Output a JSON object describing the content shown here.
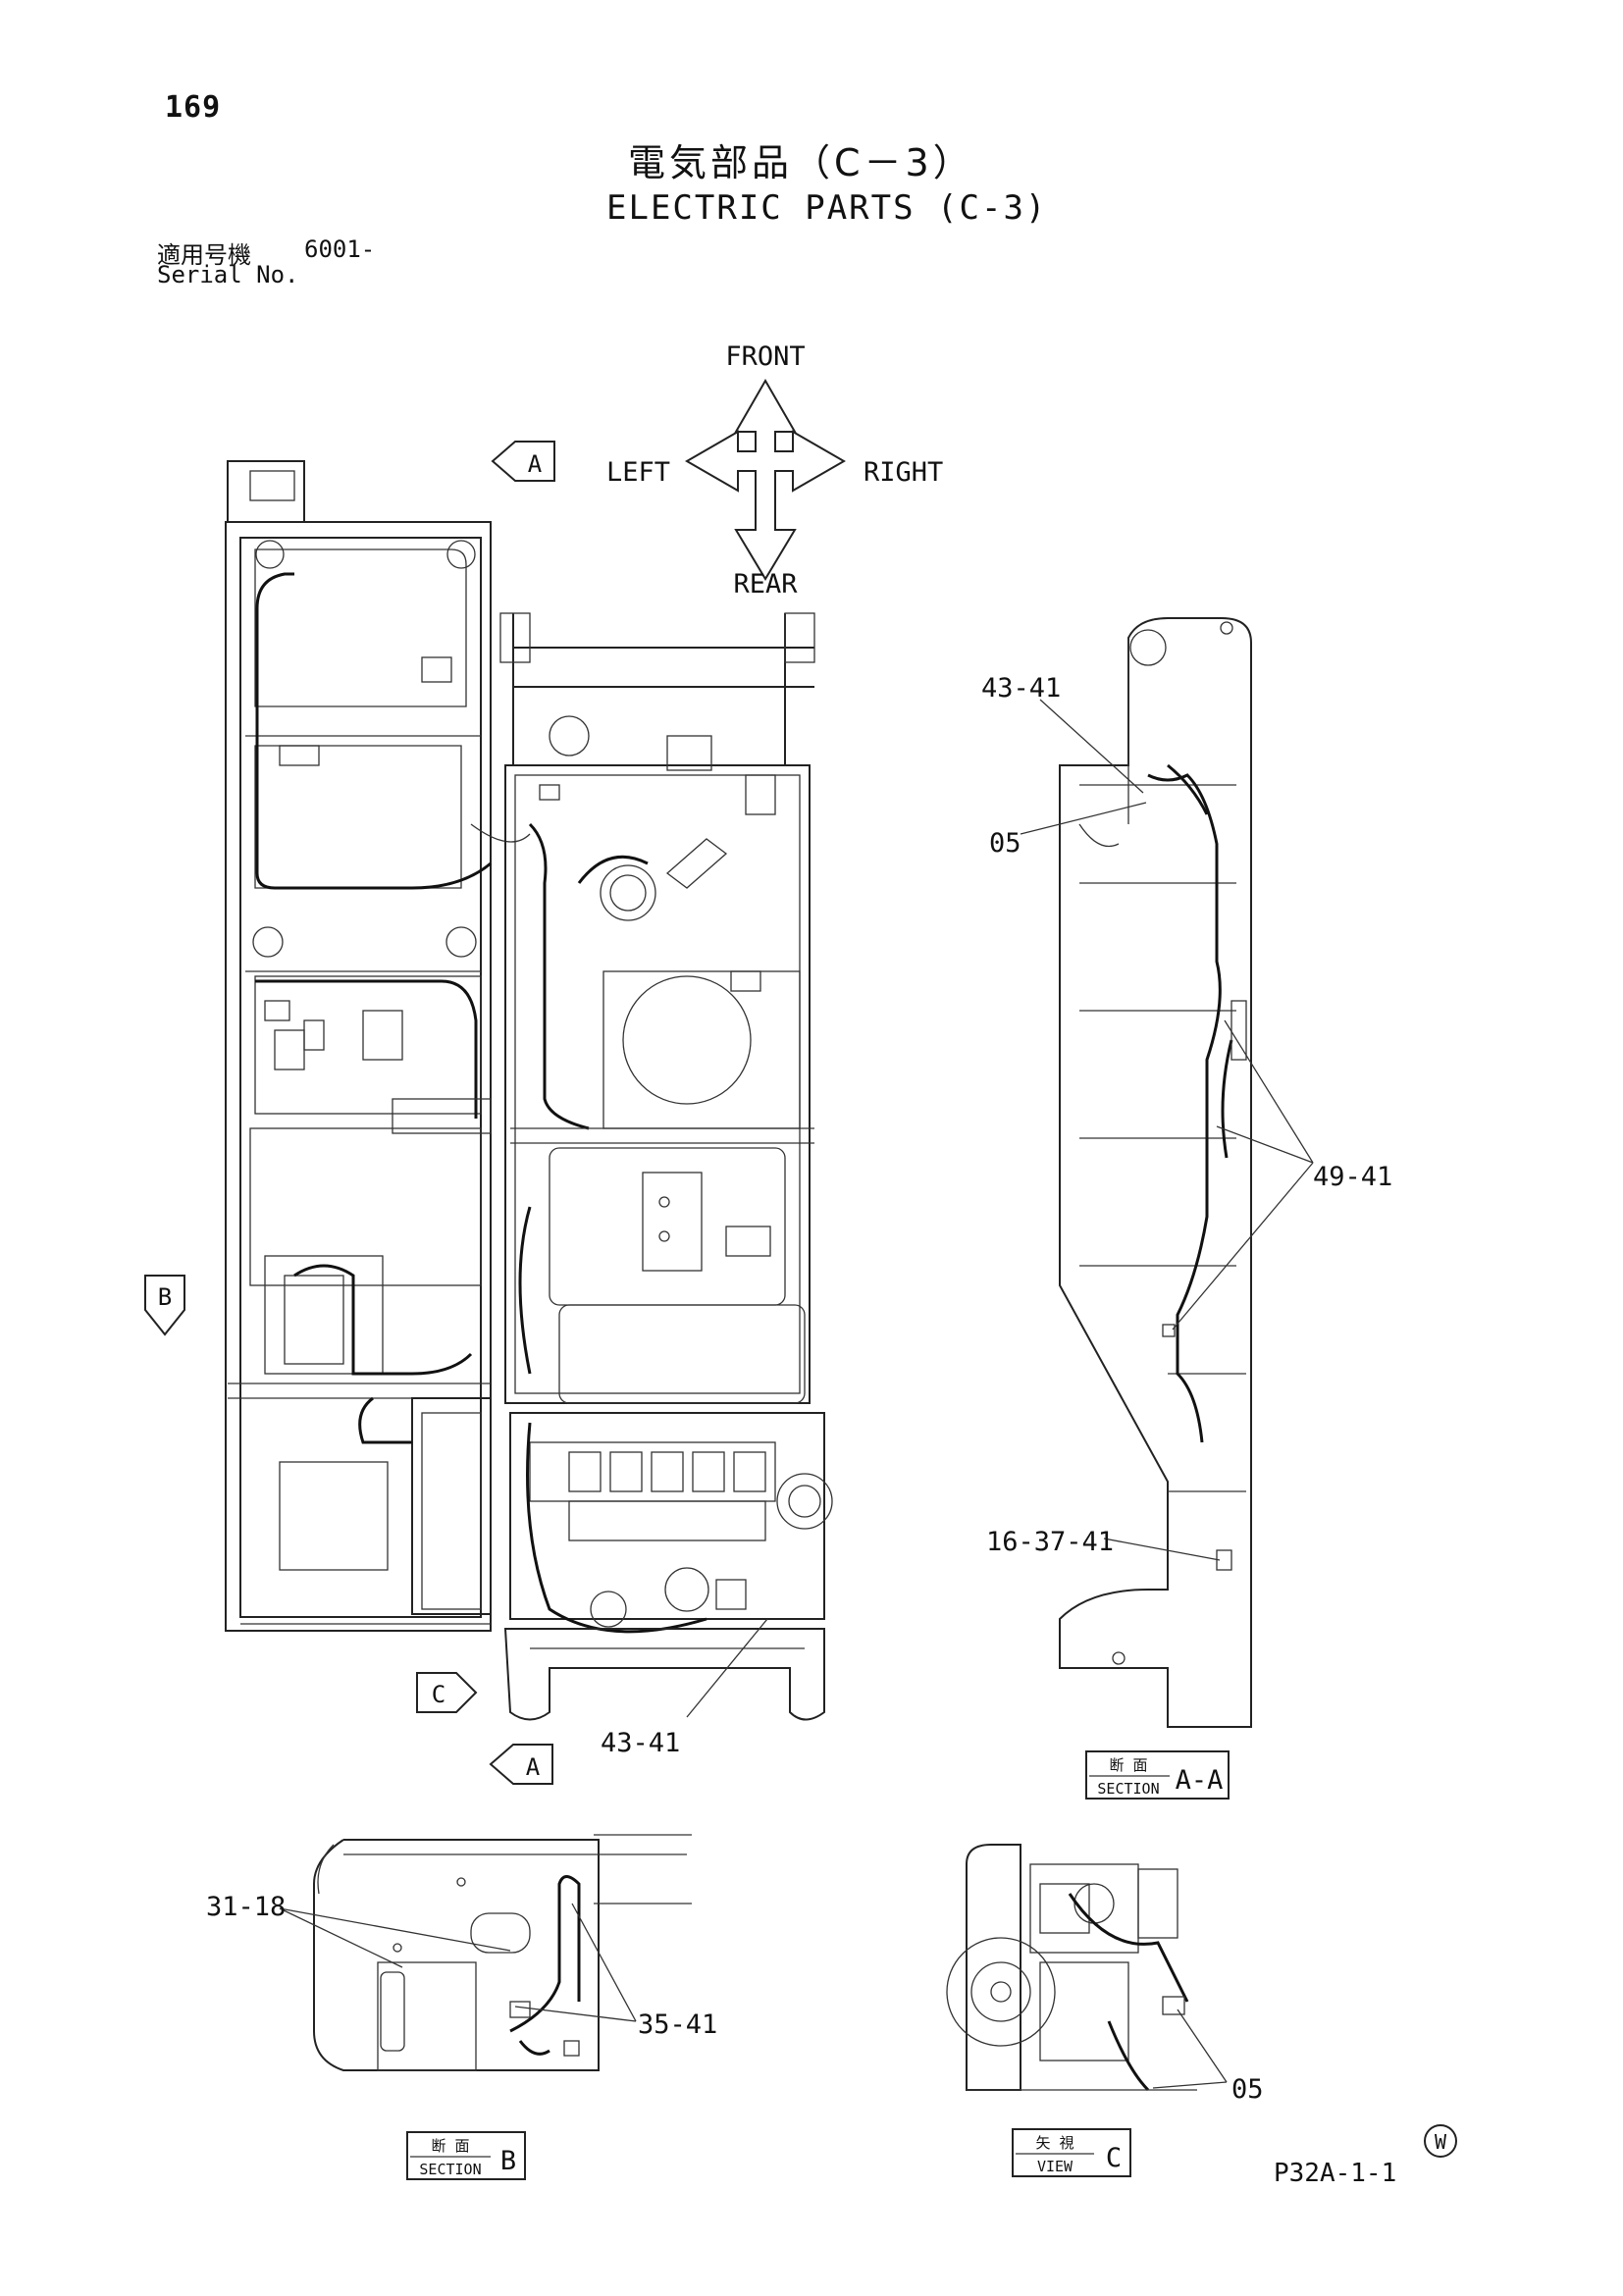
{
  "header": {
    "page_number": "169",
    "title_jp": "電気部品（C－3）",
    "title_en": "ELECTRIC PARTS (C-3)",
    "serial_label_jp": "適用号機",
    "serial_value": "6001-",
    "serial_label_en": "Serial No."
  },
  "orientation": {
    "front": "FRONT",
    "rear": "REAR",
    "left": "LEFT",
    "right": "RIGHT"
  },
  "view_markers": {
    "a_top": "A",
    "a_bottom": "A",
    "b": "B",
    "c": "C"
  },
  "callouts": {
    "main_43_41": "43-41",
    "aa_43_41": "43-41",
    "aa_05": "05",
    "aa_49_41": "49-41",
    "aa_16_37_41": "16-37-41",
    "b_31_18": "31-18",
    "b_35_41": "35-41",
    "c_05": "05"
  },
  "section_labels": {
    "aa_jp": "断 面",
    "aa_en": "SECTION",
    "aa_id": "A-A",
    "b_jp": "断 面",
    "b_en": "SECTION",
    "b_id": "B",
    "c_jp": "矢 視",
    "c_en": "VIEW",
    "c_id": "C"
  },
  "footer": {
    "stamp": "W",
    "catalog_code": "P32A-1-1"
  }
}
